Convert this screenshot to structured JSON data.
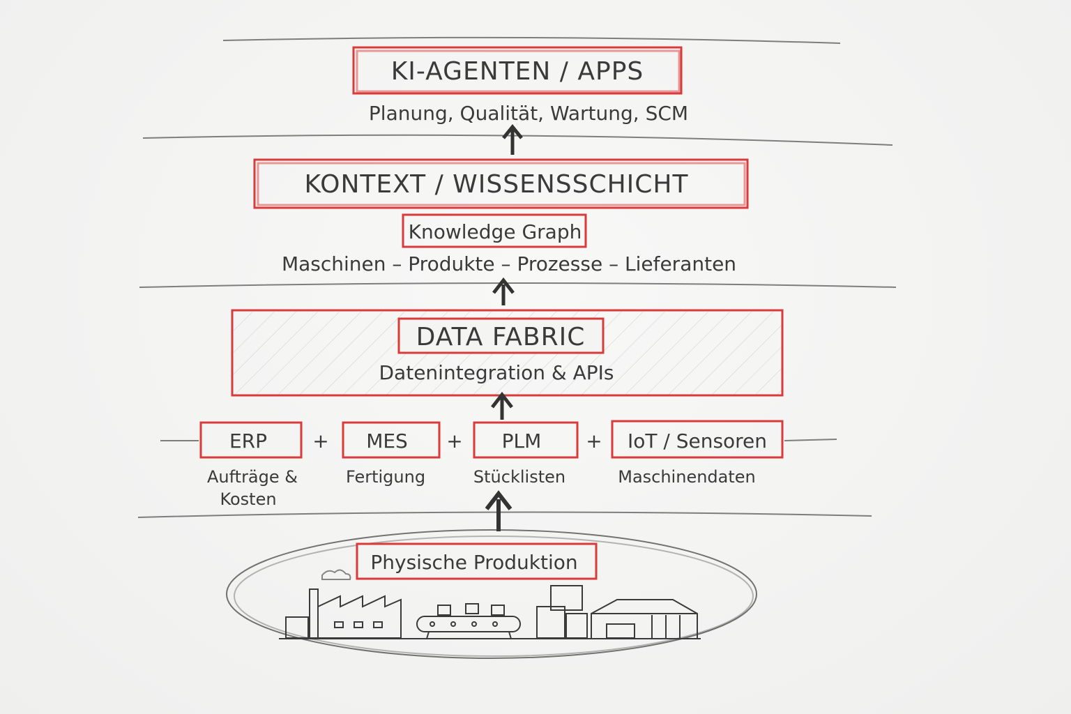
{
  "layers": {
    "apps": {
      "title": "KI-AGENTEN / APPS",
      "subtitle": "Planung, Qualität, Wartung, SCM"
    },
    "context": {
      "title": "KONTEXT / WISSENSSCHICHT",
      "graph_label": "Knowledge Graph",
      "entities": "Maschinen – Produkte – Prozesse – Lieferanten"
    },
    "fabric": {
      "title": "DATA FABRIC",
      "subtitle": "Datenintegration & APIs"
    },
    "sources": {
      "plus": "+",
      "items": [
        {
          "title": "ERP",
          "desc_line1": "Aufträge &",
          "desc_line2": "Kosten"
        },
        {
          "title": "MES",
          "desc_line1": "Fertigung"
        },
        {
          "title": "PLM",
          "desc_line1": "Stücklisten"
        },
        {
          "title": "IoT / Sensoren",
          "desc_line1": "Maschinendaten"
        }
      ]
    },
    "physical": {
      "title": "Physische Produktion"
    }
  },
  "colors": {
    "accent": "#d93a3a",
    "ink": "#3a3a3a"
  }
}
